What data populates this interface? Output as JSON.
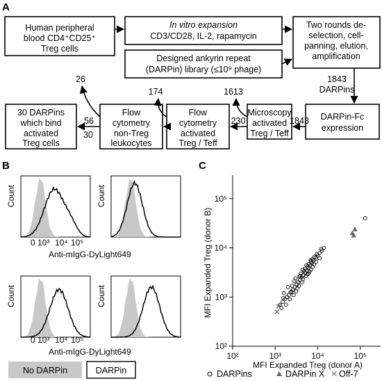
{
  "panels": {
    "a": "A",
    "b": "B",
    "c": "C"
  },
  "flow": {
    "box1": [
      "Human peripheral",
      "blood CD4⁺CD25⁺",
      "Treg cells"
    ],
    "box2": [
      "In vitro expansion",
      "CD3/CD28, IL-2, rapamycin"
    ],
    "box3": [
      "Two rounds de-",
      "selection, cell-",
      "panning, elution,",
      "amplification"
    ],
    "box4": [
      "Designed ankyrin repeat",
      "(DARPin) library (≤10⁹ phage)"
    ],
    "box5": [
      "DARPin-Fc",
      "expression"
    ],
    "box6": [
      "Microscopy",
      "activated",
      "Treg /  Teff"
    ],
    "box7": [
      "Flow",
      "cytometry",
      "activated",
      "Treg / Teff"
    ],
    "box8": [
      "Flow",
      "cytometry",
      "non-Treg",
      "leukocytes"
    ],
    "box9": [
      "30 DARPins",
      "which bind",
      "activated",
      "Treg cells"
    ],
    "n_1843_top": "1843",
    "n_darpins": "DARPins",
    "n_1843_mid": "1843",
    "n_1613": "1613",
    "n_230": "230",
    "n_174": "174",
    "n_56": "56",
    "n_26": "26",
    "n_30": "30"
  },
  "histograms": {
    "y_label": "Count",
    "x_label": "Anti-mIgG-DyLight649",
    "tick_labels": [
      "0",
      "10³",
      "10⁴",
      "10⁵"
    ],
    "legend_no": "No DARPin",
    "legend_yes": "DARPin",
    "colors": {
      "fill": "#c8c8c8",
      "line": "#000000"
    }
  },
  "chart_data": {
    "type": "scatter",
    "xlabel": "MFI Expanded Treg (donor A)",
    "ylabel": "MFI Expanded Treg (donor B)",
    "xscale": "log",
    "yscale": "log",
    "xlim": [
      100,
      300000
    ],
    "ylim": [
      100,
      300000
    ],
    "x_ticks": [
      "10²",
      "10³",
      "10⁴",
      "10⁵"
    ],
    "y_ticks": [
      "10²",
      "10³",
      "10⁴",
      "10⁵"
    ],
    "grid": false,
    "legend_placement": "bottom",
    "series": [
      {
        "name": "DARPins",
        "marker": "open-circle",
        "points": [
          [
            1300,
            700
          ],
          [
            1500,
            800
          ],
          [
            1700,
            900
          ],
          [
            1900,
            1000
          ],
          [
            2100,
            1100
          ],
          [
            2300,
            1250
          ],
          [
            2600,
            1400
          ],
          [
            2900,
            1600
          ],
          [
            3200,
            1800
          ],
          [
            3500,
            2000
          ],
          [
            3800,
            2200
          ],
          [
            4200,
            2500
          ],
          [
            4600,
            2800
          ],
          [
            5000,
            3100
          ],
          [
            5500,
            3500
          ],
          [
            6000,
            3900
          ],
          [
            6600,
            4400
          ],
          [
            7300,
            5000
          ],
          [
            8000,
            5600
          ],
          [
            9000,
            6300
          ],
          [
            10000,
            7000
          ],
          [
            11000,
            7800
          ],
          [
            12500,
            8800
          ],
          [
            14000,
            10000
          ],
          [
            2000,
            1600
          ],
          [
            2400,
            1300
          ],
          [
            2800,
            2100
          ],
          [
            3300,
            1500
          ],
          [
            3700,
            2600
          ],
          [
            4300,
            2000
          ],
          [
            4800,
            3400
          ],
          [
            5300,
            2700
          ],
          [
            5800,
            4200
          ],
          [
            6400,
            3300
          ],
          [
            7000,
            5300
          ],
          [
            7600,
            4100
          ],
          [
            8400,
            6600
          ],
          [
            9200,
            5200
          ],
          [
            1600,
            1200
          ],
          [
            1800,
            700
          ],
          [
            2200,
            900
          ],
          [
            2700,
            1100
          ],
          [
            3000,
            2400
          ],
          [
            3600,
            1700
          ],
          [
            4000,
            3000
          ],
          [
            4500,
            2300
          ],
          [
            5100,
            3800
          ],
          [
            5700,
            2900
          ],
          [
            6200,
            4700
          ],
          [
            6900,
            3600
          ],
          [
            7500,
            5900
          ],
          [
            8200,
            4600
          ],
          [
            1400,
            600
          ],
          [
            1550,
            950
          ],
          [
            2500,
            1700
          ],
          [
            3100,
            1300
          ],
          [
            3900,
            2700
          ],
          [
            4400,
            3600
          ],
          [
            5400,
            4400
          ],
          [
            6100,
            3000
          ],
          [
            6800,
            5600
          ],
          [
            9500,
            7500
          ],
          [
            11000,
            6200
          ],
          [
            12000,
            9500
          ],
          [
            130000,
            40000
          ]
        ]
      },
      {
        "name": "DARPin X",
        "marker": "triangle",
        "points": [
          [
            65000,
            20000
          ],
          [
            75000,
            24000
          ],
          [
            70000,
            18000
          ]
        ]
      },
      {
        "name": "Off-7",
        "marker": "cross",
        "points": [
          [
            1100,
            500
          ],
          [
            1200,
            650
          ]
        ]
      }
    ]
  }
}
